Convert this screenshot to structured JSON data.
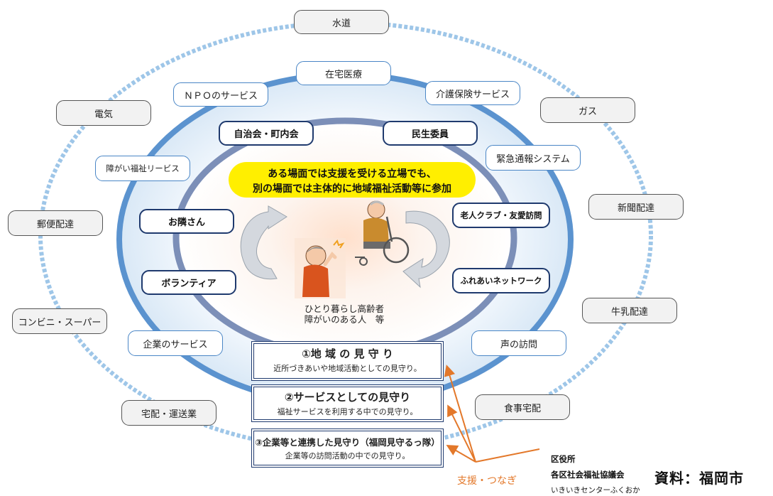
{
  "outer_ring": {
    "items": [
      "水道",
      "ガス",
      "電気",
      "新聞配達",
      "郵便配達",
      "牛乳配達",
      "コンビニ・スーパー",
      "食事宅配",
      "宅配・運送業"
    ]
  },
  "middle_ring": {
    "items": [
      "在宅医療",
      "ＮＰＯのサービス",
      "介護保険サービス",
      "障がい福祉リービス",
      "緊急通報システム",
      "企業のサービス",
      "声の訪問"
    ]
  },
  "inner_ring": {
    "items": [
      "自治会・町内会",
      "民生委員",
      "お隣さん",
      "老人クラブ・友愛訪問",
      "ボランティア",
      "ふれあいネットワーク"
    ]
  },
  "banner": {
    "line1": "ある場面では支援を受ける立場でも、",
    "line2": "別の場面では主体的に地域福祉活動等に参加"
  },
  "center": {
    "line1": "ひとり暮らし高齢者",
    "line2": "障がいのある人　等"
  },
  "watch_levels": [
    {
      "title": "①地 域 の 見 守 り",
      "desc": "近所づきあいや地域活動としての見守り。"
    },
    {
      "title": "②サービスとしての見守り",
      "desc": "福祉サービスを利用する中での見守り。"
    },
    {
      "title": "③企業等と連携した見守り（福岡見守るっ隊）",
      "desc": "企業等の訪問活動の中での見守り。"
    }
  ],
  "support": {
    "label": "支援・つなぎ",
    "orgs": [
      "区役所",
      "各区社会福祉協議会",
      "いきいきセンターふくおか"
    ]
  },
  "source": "資料：福岡市",
  "colors": {
    "outer_ring_dash": "#9ec6e8",
    "middle_ring": "#5b93cf",
    "inner_ring": "#7c8fb8",
    "banner": "#ffef00",
    "support_arrow": "#e3782a",
    "inner_box_border": "#1f3a6e"
  }
}
